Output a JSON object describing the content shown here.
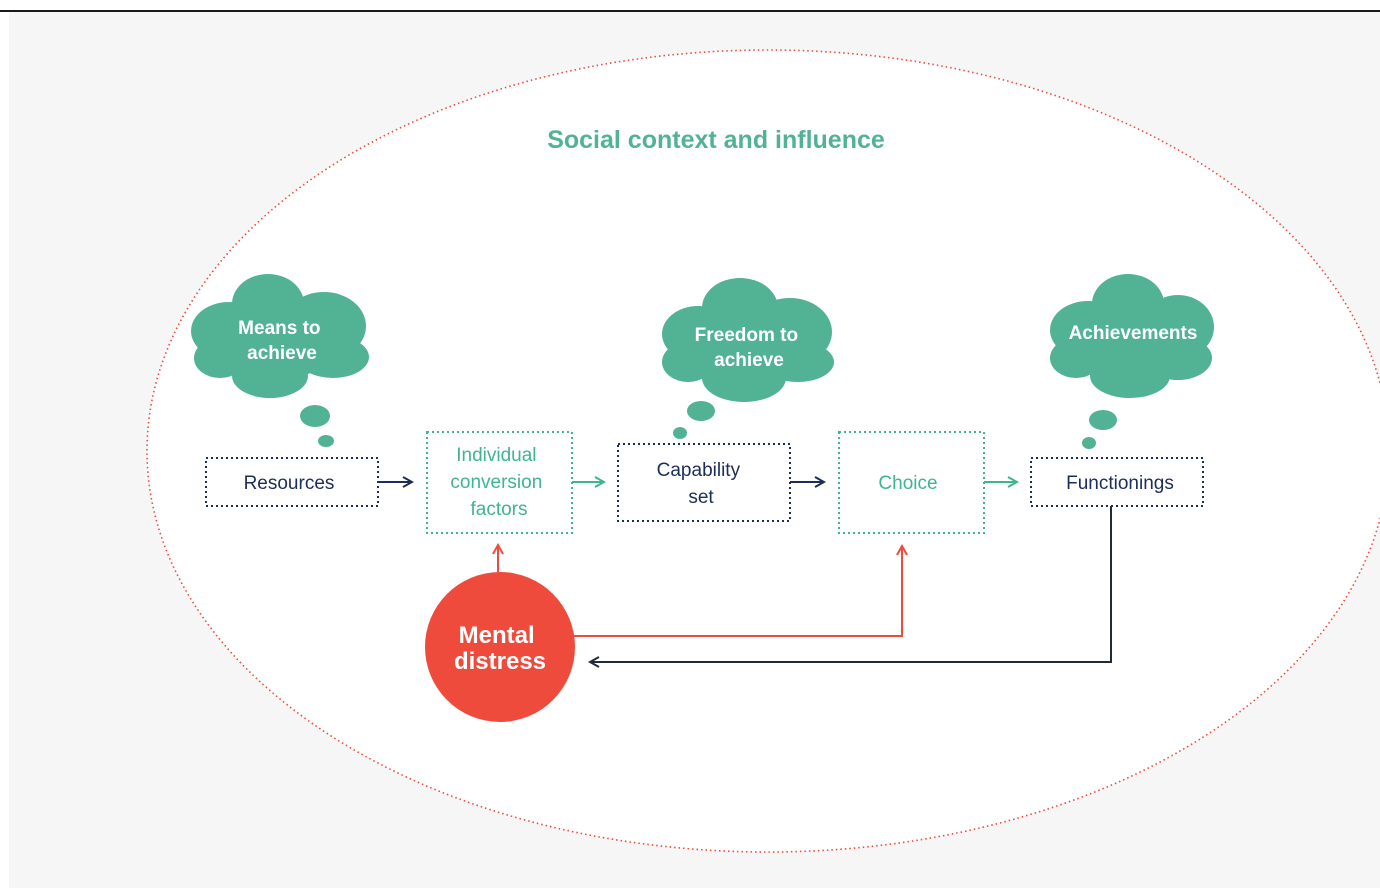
{
  "colors": {
    "teal": "#52b394",
    "teal_text": "#3fb58f",
    "navy": "#1c2d5a",
    "red": "#ef4b3c",
    "dark_line": "#1f2a3a",
    "ellipse_border": "#ef4b3c"
  },
  "title": "Social context and influence",
  "clouds": {
    "means": [
      "Means to",
      "achieve"
    ],
    "freedom": [
      "Freedom to",
      "achieve"
    ],
    "achievements": [
      "Achievements"
    ]
  },
  "boxes": {
    "resources": [
      "Resources"
    ],
    "conversion": [
      "Individual",
      "conversion",
      "factors"
    ],
    "capability": [
      "Capability",
      "set"
    ],
    "choice": [
      "Choice"
    ],
    "functionings": [
      "Functionings"
    ]
  },
  "circle": [
    "Mental",
    "distress"
  ]
}
